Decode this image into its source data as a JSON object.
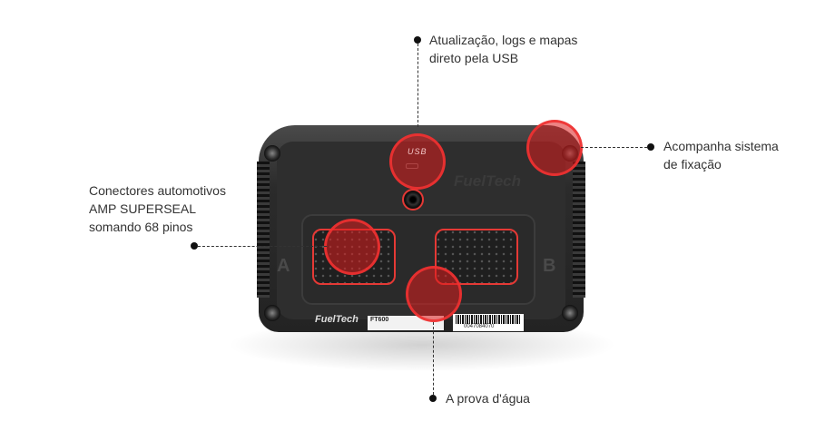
{
  "callouts": {
    "usb": {
      "line1": "Atualização, logs e mapas",
      "line2": "direto pela USB"
    },
    "mount": {
      "line1": "Acompanha sistema",
      "line2": "de fixação"
    },
    "connectors": {
      "line1": "Conectores automotivos",
      "line2": "AMP SUPERSEAL",
      "line3": "somando 68 pinos"
    },
    "waterproof": {
      "line1": "A prova d'água"
    }
  },
  "device": {
    "brand": "FuelTech",
    "usb_label": "USB",
    "connector_a": "A",
    "connector_b": "B",
    "model_label": "FT600",
    "barcode_number": "0047084070"
  },
  "colors": {
    "highlight": "#e53935",
    "device": "#2e2e2e"
  }
}
